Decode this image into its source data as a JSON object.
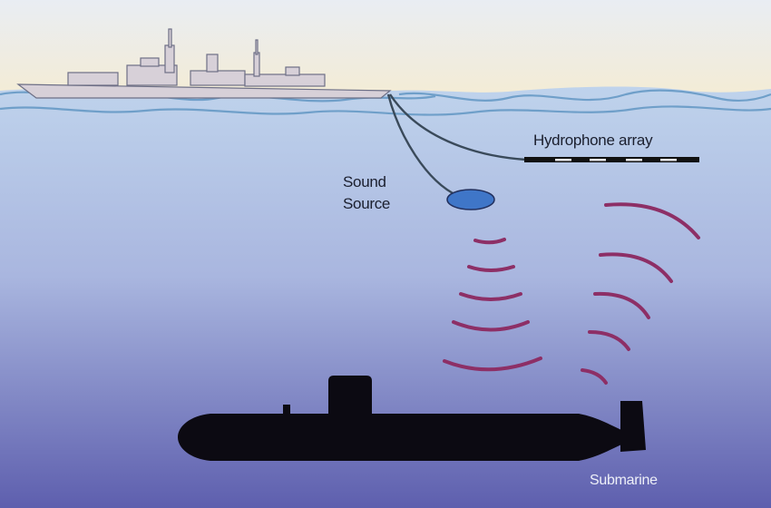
{
  "labels": {
    "hydrophone_array": "Hydrophone array",
    "sound_source_line1": "Sound",
    "sound_source_line2": "Source",
    "submarine": "Submarine"
  },
  "colors": {
    "sky_top": "#e9edf3",
    "sky_bottom": "#f3ecd6",
    "water_top": "#bcd0ea",
    "water_bottom": "#5d5fad",
    "ship": "#d6cfd8",
    "ship_outline": "#6d6f86",
    "cable": "#3a4a5a",
    "sound_source": "#3f76c8",
    "sound_waves": "#8d2f66",
    "submarine": "#0c0a12"
  }
}
